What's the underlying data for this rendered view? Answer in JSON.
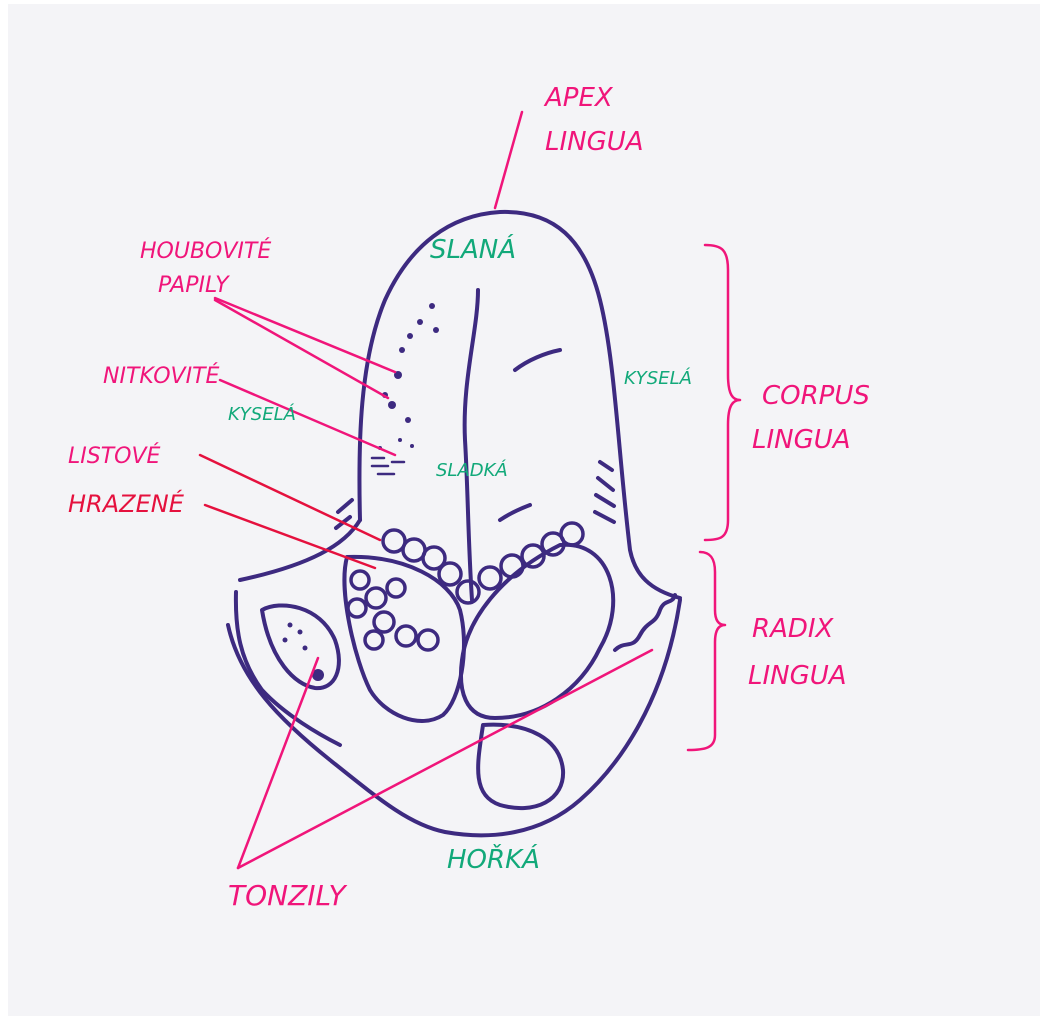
{
  "diagram": {
    "colors": {
      "outline": "#3d2a80",
      "label": "#f0157a",
      "taste": "#12a97a",
      "red_label": "#e5113e",
      "paper": "#f4f4f7"
    },
    "regions": {
      "apex": [
        "APEX",
        "LINGUA"
      ],
      "corpus": [
        "CORPUS",
        "LINGUA"
      ],
      "radix": [
        "RADIX",
        "LINGUA"
      ]
    },
    "papillae": {
      "houbovite": [
        "HOUBOVITÉ",
        "PAPILY"
      ],
      "nitkovite": "NITKOVITÉ",
      "listove": "LISTOVÉ",
      "hrazene": "HRAZENÉ"
    },
    "tastes": {
      "slana": "SLANÁ",
      "kysela_left": "KYSELÁ",
      "kysela_right": "KYSELÁ",
      "sladka": "SLADKÁ",
      "horka": "HOŘKÁ"
    },
    "tonsils": "TONZILY"
  }
}
